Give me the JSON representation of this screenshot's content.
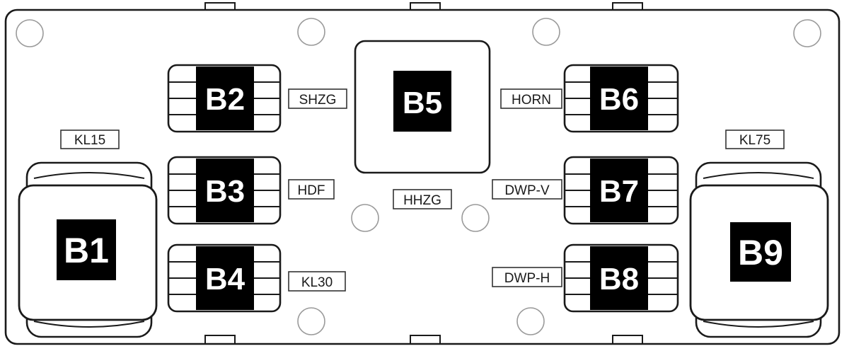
{
  "colors": {
    "line": "#1a1a1a",
    "block": "#000000",
    "block_text": "#ffffff",
    "hole": "#9a9a9a"
  },
  "fuses": {
    "b1": "B1",
    "b2": "B2",
    "b3": "B3",
    "b4": "B4",
    "b5": "B5",
    "b6": "B6",
    "b7": "B7",
    "b8": "B8",
    "b9": "B9"
  },
  "labels": {
    "kl15": "KL15",
    "kl75": "KL75",
    "shzg": "SHZG",
    "hdf": "HDF",
    "kl30": "KL30",
    "horn": "HORN",
    "dwp_v": "DWP-V",
    "dwp_h": "DWP-H",
    "hhzg": "HHZG"
  }
}
